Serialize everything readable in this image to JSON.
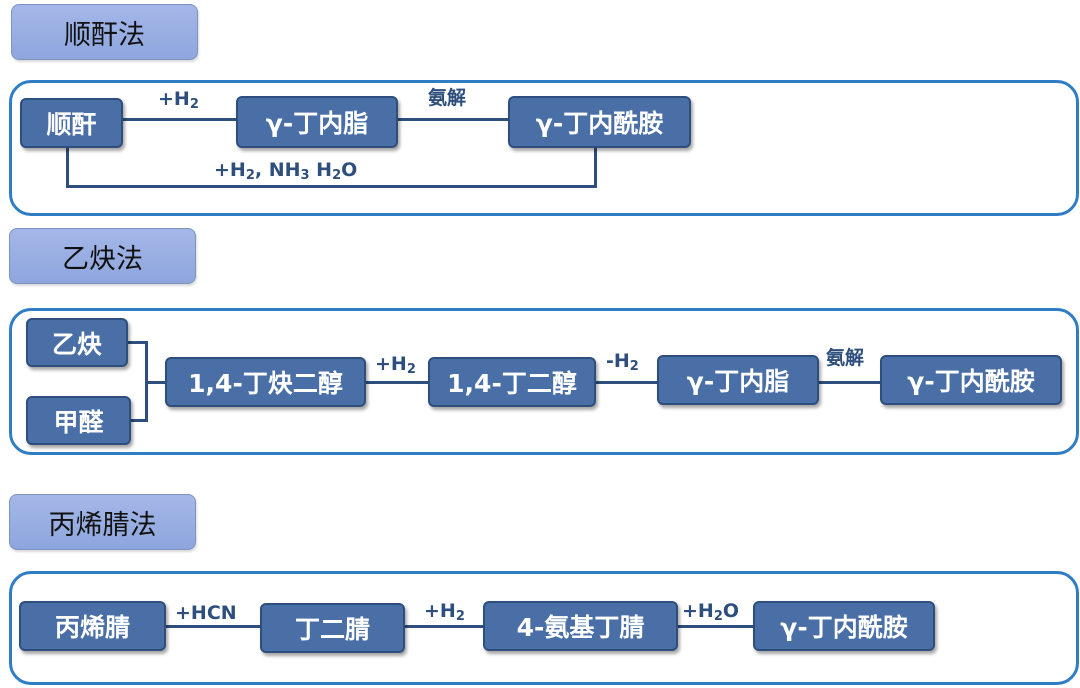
{
  "sections": [
    {
      "title": "顺酐法",
      "nodes": [
        "顺酐",
        "γ-丁内脂",
        "γ-丁内酰胺"
      ],
      "labels": {
        "h2": {
          "pre": "+H",
          "sub": "2"
        },
        "ammonolysis": "氨解",
        "bypass": {
          "p1": "+H",
          "s1": "2",
          "p2": ", NH",
          "s2": "3",
          "p3": " H",
          "s3": "2",
          "p4": "O"
        }
      }
    },
    {
      "title": "乙炔法",
      "nodes": [
        "乙炔",
        "甲醛",
        "1,4-丁炔二醇",
        "1,4-丁二醇",
        "γ-丁内脂",
        "γ-丁内酰胺"
      ],
      "labels": {
        "h2": {
          "pre": "+H",
          "sub": "2"
        },
        "minus_h2": {
          "pre": "-H",
          "sub": "2"
        },
        "ammonolysis": "氨解"
      }
    },
    {
      "title": "丙烯腈法",
      "nodes": [
        "丙烯腈",
        "丁二腈",
        "4-氨基丁腈",
        "γ-丁内酰胺"
      ],
      "labels": {
        "hcn": "+HCN",
        "h2": {
          "pre": "+H",
          "sub": "2"
        },
        "h2o": {
          "pre": "+H",
          "sub": "2",
          "post": "O"
        }
      }
    }
  ]
}
